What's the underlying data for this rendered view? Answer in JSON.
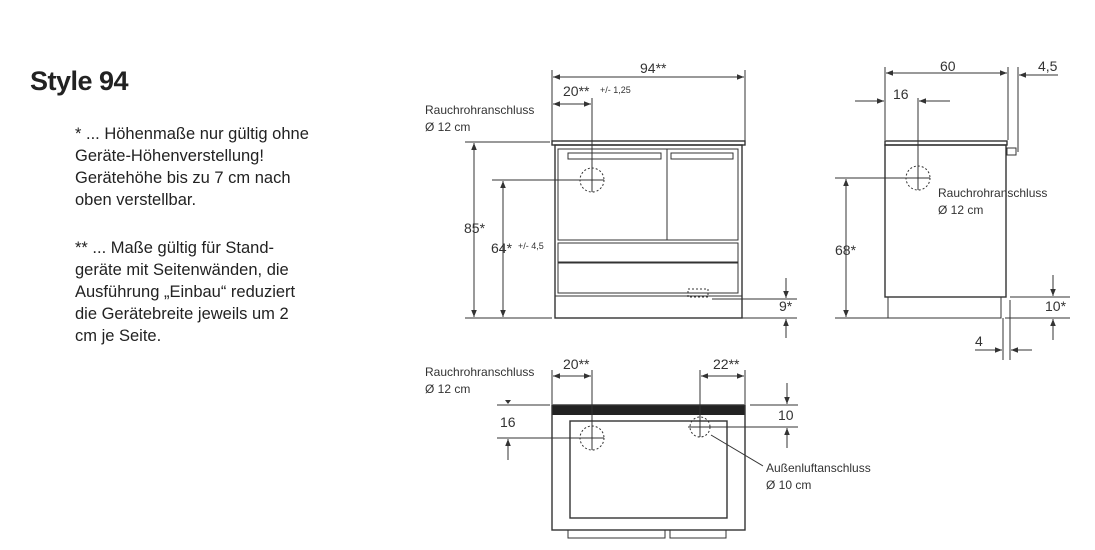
{
  "title": "Style 94",
  "notes": {
    "note1": [
      "* ... Höhenmaße nur gültig ohne",
      "Geräte-Höhenverstellung!",
      "Gerätehöhe bis zu 7 cm nach",
      "oben verstellbar."
    ],
    "note2": [
      "** ... Maße gültig für Stand-",
      "geräte mit Seitenwänden, die",
      "Ausführung „Einbau“ reduziert",
      "die Gerätebreite jeweils um 2",
      "cm je Seite."
    ]
  },
  "front": {
    "width": "94**",
    "flue_offset": "20**",
    "flue_offset_tol": "+/- 1,25",
    "height": "85*",
    "flue_height": "64*",
    "flue_height_tol": "+/- 4,5",
    "base": "9*",
    "label": "Rauchrohranschluss",
    "label_dia": "Ø 12 cm"
  },
  "side": {
    "depth": "60",
    "rear": "4,5",
    "flue_offset": "16",
    "flue_height": "68*",
    "base": "10*",
    "foot": "4",
    "label": "Rauchrohranschluss",
    "label_dia": "Ø 12 cm"
  },
  "top": {
    "flue_offset": "20**",
    "air_offset": "22**",
    "flue_depth": "16",
    "air_depth": "10",
    "label": "Rauchrohranschluss",
    "label_dia": "Ø 12 cm",
    "air_label": "Außenluftanschluss",
    "air_dia": "Ø 10 cm"
  }
}
